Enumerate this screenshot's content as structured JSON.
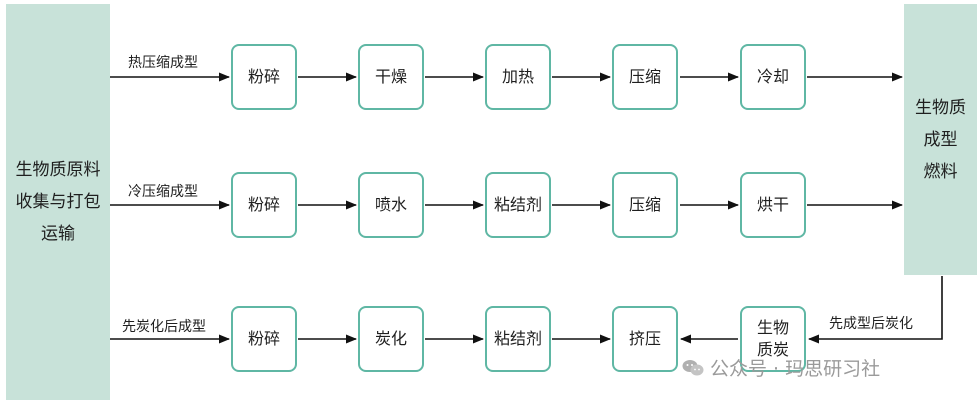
{
  "left_panel": {
    "line1": "生物质原料",
    "line2": "收集与打包",
    "line3": "运输"
  },
  "right_panel": {
    "line1": "生物质",
    "line2": "成型",
    "line3": "燃料"
  },
  "rows": [
    {
      "label": "热压缩成型",
      "steps": [
        "粉碎",
        "干燥",
        "加热",
        "压缩",
        "冷却"
      ]
    },
    {
      "label": "冷压缩成型",
      "steps": [
        "粉碎",
        "喷水",
        "粘结剂",
        "压缩",
        "烘干"
      ]
    },
    {
      "label": "先炭化后成型",
      "steps": [
        "粉碎",
        "炭化",
        "粘结剂",
        "挤压"
      ]
    }
  ],
  "biomass_char": {
    "line1": "生物",
    "line2": "质炭"
  },
  "return_label": "先成型后炭化",
  "watermark": {
    "text": "公众号 · 玛思研习社"
  },
  "colors": {
    "panel_fill": "#c8e2d9",
    "box_border": "#5fb7a4",
    "arrow": "#111111"
  }
}
